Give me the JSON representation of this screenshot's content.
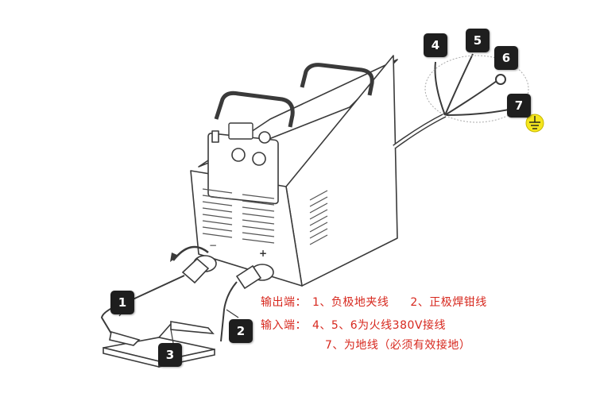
{
  "callouts": [
    {
      "id": "1"
    },
    {
      "id": "2"
    },
    {
      "id": "3"
    },
    {
      "id": "4"
    },
    {
      "id": "5"
    },
    {
      "id": "6"
    },
    {
      "id": "7"
    }
  ],
  "panel": {
    "minus_mark": "−",
    "plus_mark": "+"
  },
  "captions": {
    "output_label": "输出端：",
    "output_item1": "1、负极地夹线",
    "output_item2": "2、正极焊钳线",
    "input_label": "输入端：",
    "input_item1": "4、5、6为火线380V接线",
    "input_item2": "7、为地线（必须有效接地）"
  },
  "colors": {
    "caption_text": "#d7281e",
    "callout_bg": "#1e1e1e",
    "ground_symbol": "#f5e61e"
  }
}
